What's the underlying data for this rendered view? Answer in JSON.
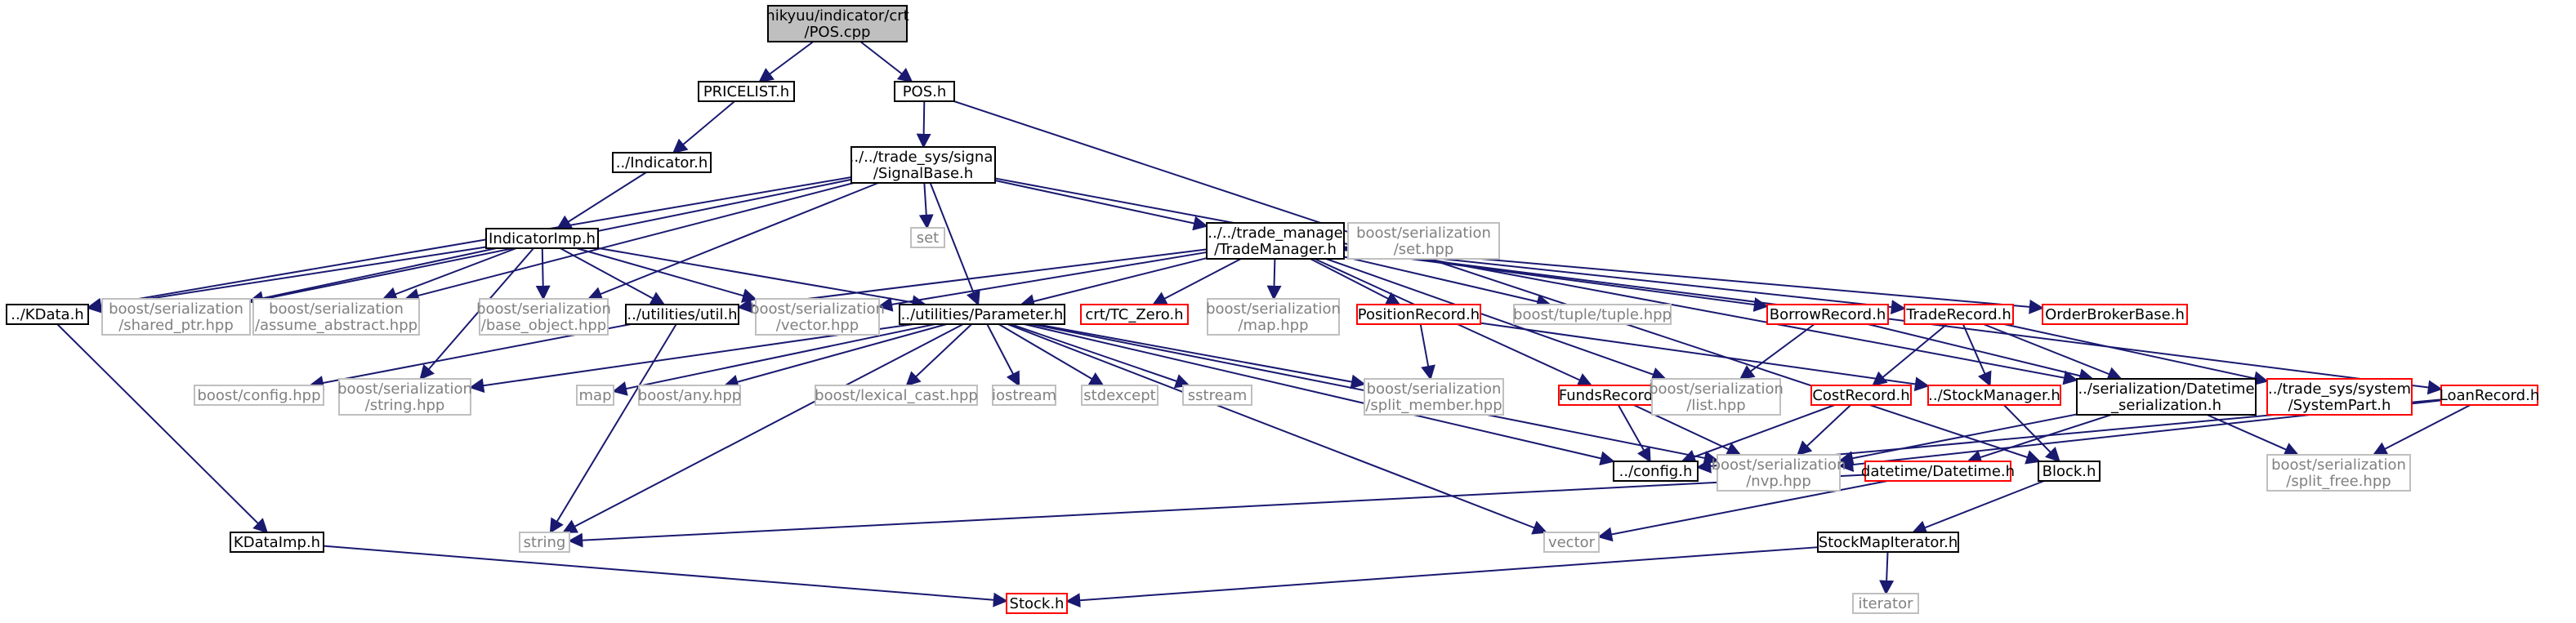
{
  "colors": {
    "edge": "#191970",
    "root_fill": "#bfbfbf",
    "normal_border": "#000000",
    "normal_text": "#000000",
    "linked_border": "#ff0000",
    "linked_text": "#000000",
    "external_border": "#bfbfbf",
    "external_text": "#808080",
    "node_fill": "#ffffff"
  },
  "nodes": [
    {
      "id": "root",
      "lines": [
        "hikyuu/indicator/crt",
        "/POS.cpp"
      ],
      "kind": "root"
    },
    {
      "id": "pricelist",
      "lines": [
        "PRICELIST.h"
      ],
      "kind": "normal"
    },
    {
      "id": "pos",
      "lines": [
        "POS.h"
      ],
      "kind": "normal"
    },
    {
      "id": "indicator",
      "lines": [
        "../Indicator.h"
      ],
      "kind": "normal"
    },
    {
      "id": "signalbase",
      "lines": [
        "../../trade_sys/signal",
        "/SignalBase.h"
      ],
      "kind": "normal"
    },
    {
      "id": "set",
      "lines": [
        "set"
      ],
      "kind": "external"
    },
    {
      "id": "setHpp",
      "lines": [
        "boost/serialization",
        "/set.hpp"
      ],
      "kind": "external"
    },
    {
      "id": "indicatorimp",
      "lines": [
        "IndicatorImp.h"
      ],
      "kind": "normal"
    },
    {
      "id": "trademanager",
      "lines": [
        "../../trade_manage",
        "/TradeManager.h"
      ],
      "kind": "normal"
    },
    {
      "id": "kdata",
      "lines": [
        "../KData.h"
      ],
      "kind": "normal"
    },
    {
      "id": "sharedPtr",
      "lines": [
        "boost/serialization",
        "/shared_ptr.hpp"
      ],
      "kind": "external"
    },
    {
      "id": "assumeAbstract",
      "lines": [
        "boost/serialization",
        "/assume_abstract.hpp"
      ],
      "kind": "external"
    },
    {
      "id": "baseObject",
      "lines": [
        "boost/serialization",
        "/base_object.hpp"
      ],
      "kind": "external"
    },
    {
      "id": "util",
      "lines": [
        "../utilities/util.h"
      ],
      "kind": "normal"
    },
    {
      "id": "vectorHpp",
      "lines": [
        "boost/serialization",
        "/vector.hpp"
      ],
      "kind": "external"
    },
    {
      "id": "parameter",
      "lines": [
        "../utilities/Parameter.h"
      ],
      "kind": "normal"
    },
    {
      "id": "tczero",
      "lines": [
        "crt/TC_Zero.h"
      ],
      "kind": "linked"
    },
    {
      "id": "mapHpp",
      "lines": [
        "boost/serialization",
        "/map.hpp"
      ],
      "kind": "external"
    },
    {
      "id": "positionrecord",
      "lines": [
        "PositionRecord.h"
      ],
      "kind": "linked"
    },
    {
      "id": "tuple",
      "lines": [
        "boost/tuple/tuple.hpp"
      ],
      "kind": "external"
    },
    {
      "id": "borrowrecord",
      "lines": [
        "BorrowRecord.h"
      ],
      "kind": "linked"
    },
    {
      "id": "traderecord",
      "lines": [
        "TradeRecord.h"
      ],
      "kind": "linked"
    },
    {
      "id": "orderbroker",
      "lines": [
        "OrderBrokerBase.h"
      ],
      "kind": "linked"
    },
    {
      "id": "boostconfig",
      "lines": [
        "boost/config.hpp"
      ],
      "kind": "external"
    },
    {
      "id": "stringHpp",
      "lines": [
        "boost/serialization",
        "/string.hpp"
      ],
      "kind": "external"
    },
    {
      "id": "map",
      "lines": [
        "map"
      ],
      "kind": "external"
    },
    {
      "id": "any",
      "lines": [
        "boost/any.hpp"
      ],
      "kind": "external"
    },
    {
      "id": "lexical",
      "lines": [
        "boost/lexical_cast.hpp"
      ],
      "kind": "external"
    },
    {
      "id": "iostream",
      "lines": [
        "iostream"
      ],
      "kind": "external"
    },
    {
      "id": "stdexcept",
      "lines": [
        "stdexcept"
      ],
      "kind": "external"
    },
    {
      "id": "sstream",
      "lines": [
        "sstream"
      ],
      "kind": "external"
    },
    {
      "id": "splitMember",
      "lines": [
        "boost/serialization",
        "/split_member.hpp"
      ],
      "kind": "external"
    },
    {
      "id": "fundsrecord",
      "lines": [
        "FundsRecord.h"
      ],
      "kind": "linked"
    },
    {
      "id": "listHpp",
      "lines": [
        "boost/serialization",
        "/list.hpp"
      ],
      "kind": "external"
    },
    {
      "id": "costrecord",
      "lines": [
        "CostRecord.h"
      ],
      "kind": "linked"
    },
    {
      "id": "stockmanager",
      "lines": [
        "../StockManager.h"
      ],
      "kind": "linked"
    },
    {
      "id": "dtser",
      "lines": [
        "../serialization/Datetime",
        "_serialization.h"
      ],
      "kind": "normal"
    },
    {
      "id": "systempart",
      "lines": [
        "../trade_sys/system",
        "/SystemPart.h"
      ],
      "kind": "linked"
    },
    {
      "id": "loanrecord",
      "lines": [
        "LoanRecord.h"
      ],
      "kind": "linked"
    },
    {
      "id": "config",
      "lines": [
        "../config.h"
      ],
      "kind": "normal"
    },
    {
      "id": "nvp",
      "lines": [
        "boost/serialization",
        "/nvp.hpp"
      ],
      "kind": "external"
    },
    {
      "id": "datetime",
      "lines": [
        "datetime/Datetime.h"
      ],
      "kind": "linked"
    },
    {
      "id": "block",
      "lines": [
        "Block.h"
      ],
      "kind": "normal"
    },
    {
      "id": "splitFree",
      "lines": [
        "boost/serialization",
        "/split_free.hpp"
      ],
      "kind": "external"
    },
    {
      "id": "kdataimp",
      "lines": [
        "KDataImp.h"
      ],
      "kind": "normal"
    },
    {
      "id": "string",
      "lines": [
        "string"
      ],
      "kind": "external"
    },
    {
      "id": "vector",
      "lines": [
        "vector"
      ],
      "kind": "external"
    },
    {
      "id": "stockmapiter",
      "lines": [
        "StockMapIterator.h"
      ],
      "kind": "normal"
    },
    {
      "id": "stock",
      "lines": [
        "Stock.h"
      ],
      "kind": "linked"
    },
    {
      "id": "iterator",
      "lines": [
        "iterator"
      ],
      "kind": "external"
    }
  ],
  "edges": [
    [
      "root",
      "pricelist"
    ],
    [
      "root",
      "pos"
    ],
    [
      "pricelist",
      "indicator"
    ],
    [
      "pos",
      "signalbase"
    ],
    [
      "pos",
      "block"
    ],
    [
      "indicator",
      "indicatorimp"
    ],
    [
      "signalbase",
      "set"
    ],
    [
      "signalbase",
      "trademanager"
    ],
    [
      "signalbase",
      "kdata"
    ],
    [
      "signalbase",
      "sharedPtr"
    ],
    [
      "signalbase",
      "assumeAbstract"
    ],
    [
      "signalbase",
      "baseObject"
    ],
    [
      "signalbase",
      "parameter"
    ],
    [
      "signalbase",
      "dtser"
    ],
    [
      "indicatorimp",
      "kdata"
    ],
    [
      "indicatorimp",
      "sharedPtr"
    ],
    [
      "indicatorimp",
      "assumeAbstract"
    ],
    [
      "indicatorimp",
      "baseObject"
    ],
    [
      "indicatorimp",
      "util"
    ],
    [
      "indicatorimp",
      "vectorHpp"
    ],
    [
      "indicatorimp",
      "parameter"
    ],
    [
      "indicatorimp",
      "stringHpp"
    ],
    [
      "trademanager",
      "util"
    ],
    [
      "trademanager",
      "vectorHpp"
    ],
    [
      "trademanager",
      "parameter"
    ],
    [
      "trademanager",
      "tczero"
    ],
    [
      "trademanager",
      "mapHpp"
    ],
    [
      "trademanager",
      "positionrecord"
    ],
    [
      "trademanager",
      "tuple"
    ],
    [
      "trademanager",
      "borrowrecord"
    ],
    [
      "trademanager",
      "traderecord"
    ],
    [
      "trademanager",
      "orderbroker"
    ],
    [
      "trademanager",
      "fundsrecord"
    ],
    [
      "trademanager",
      "listHpp"
    ],
    [
      "trademanager",
      "loanrecord"
    ],
    [
      "kdata",
      "kdataimp"
    ],
    [
      "util",
      "boostconfig"
    ],
    [
      "util",
      "string"
    ],
    [
      "parameter",
      "stringHpp"
    ],
    [
      "parameter",
      "map"
    ],
    [
      "parameter",
      "any"
    ],
    [
      "parameter",
      "lexical"
    ],
    [
      "parameter",
      "iostream"
    ],
    [
      "parameter",
      "stdexcept"
    ],
    [
      "parameter",
      "sstream"
    ],
    [
      "parameter",
      "splitMember"
    ],
    [
      "parameter",
      "config"
    ],
    [
      "parameter",
      "nvp"
    ],
    [
      "parameter",
      "string"
    ],
    [
      "parameter",
      "vector"
    ],
    [
      "positionrecord",
      "splitMember"
    ],
    [
      "positionrecord",
      "stockmanager"
    ],
    [
      "borrowrecord",
      "listHpp"
    ],
    [
      "borrowrecord",
      "dtser"
    ],
    [
      "traderecord",
      "costrecord"
    ],
    [
      "traderecord",
      "stockmanager"
    ],
    [
      "traderecord",
      "dtser"
    ],
    [
      "traderecord",
      "systempart"
    ],
    [
      "fundsrecord",
      "config"
    ],
    [
      "fundsrecord",
      "nvp"
    ],
    [
      "costrecord",
      "config"
    ],
    [
      "costrecord",
      "nvp"
    ],
    [
      "stockmanager",
      "block"
    ],
    [
      "dtser",
      "datetime"
    ],
    [
      "dtser",
      "splitFree"
    ],
    [
      "dtser",
      "nvp"
    ],
    [
      "loanrecord",
      "config"
    ],
    [
      "loanrecord",
      "nvp"
    ],
    [
      "loanrecord",
      "splitFree"
    ],
    [
      "datetime",
      "string"
    ],
    [
      "datetime",
      "vector"
    ],
    [
      "block",
      "stockmapiter"
    ],
    [
      "kdataimp",
      "stock"
    ],
    [
      "stockmapiter",
      "stock"
    ],
    [
      "stockmapiter",
      "iterator"
    ]
  ]
}
